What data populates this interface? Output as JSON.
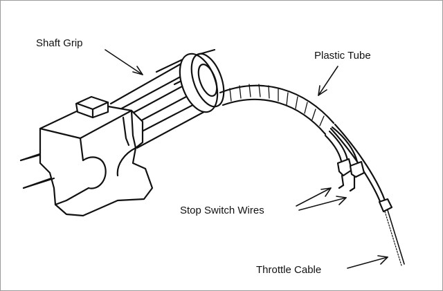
{
  "labels": {
    "shaft_grip": "Shaft Grip",
    "plastic_tube": "Plastic Tube",
    "stop_switch_wires": "Stop Switch Wires",
    "throttle_cable": "Throttle Cable"
  },
  "colors": {
    "ink": "#111111",
    "paper": "#ffffff",
    "frame": "#9a9a9a"
  }
}
